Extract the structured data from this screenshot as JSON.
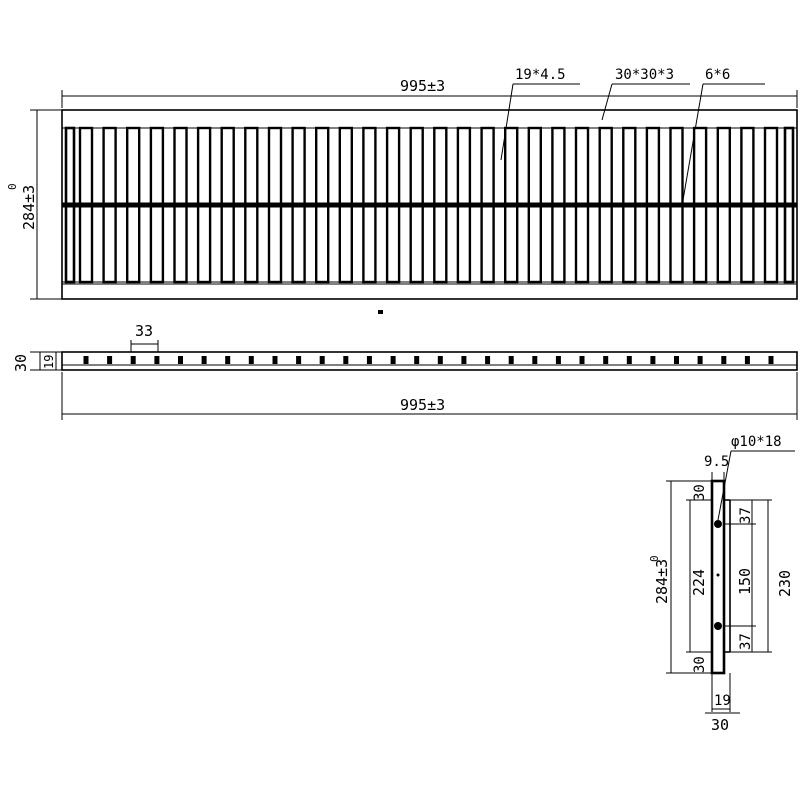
{
  "plan_view": {
    "length_label": "995±3",
    "width_label": "284±3",
    "width_tol_top": "0",
    "bearing_bar_label": "19*4.5",
    "frame_angle_label": "30*30*3",
    "cross_bar_label": "6*6",
    "bar_count": 30
  },
  "side_view": {
    "length_label": "995±3",
    "height_label": "30",
    "bar_height_label": "19",
    "pitch_label": "33",
    "tooth_count": 30
  },
  "end_view": {
    "width_label": "284±3",
    "width_tol_top": "0",
    "inner_label": "224",
    "top_flange_label": "30",
    "bottom_flange_label": "30",
    "hole_label": "φ10*18",
    "offset_label": "9.5",
    "hole_top_label": "37",
    "hole_spacing_label": "150",
    "hole_bottom_label": "37",
    "overall_label": "230",
    "bar_label": "19",
    "depth_label": "30"
  },
  "colors": {
    "line": "#000000",
    "background": "#ffffff"
  }
}
